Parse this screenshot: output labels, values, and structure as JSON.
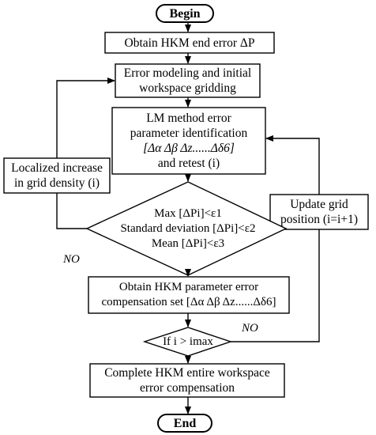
{
  "nodes": {
    "begin": "Begin",
    "obtain_end_error": "Obtain HKM end error ΔP",
    "error_modeling": [
      "Error modeling and initial",
      "workspace gridding"
    ],
    "lm_identification": [
      "LM method error",
      "parameter identification",
      "[Δα Δβ Δz......Δδ6]",
      "and retest (i)"
    ],
    "localized_increase": [
      "Localized increase",
      "in grid density (i)"
    ],
    "update_grid": [
      "Update grid",
      "position (i=i+1)"
    ],
    "decision_criteria": [
      "Max [ΔPi]<ε1",
      "Standard deviation [ΔPi]<ε2",
      "Mean [ΔPi]<ε3"
    ],
    "obtain_compensation_set": [
      "Obtain HKM parameter error",
      "compensation set [Δα Δβ Δz......Δδ6]"
    ],
    "decision_i_max": "If i > imax",
    "complete_compensation": [
      "Complete HKM entire workspace",
      "error compensation"
    ],
    "end": "End"
  },
  "edge_labels": {
    "no_left": "NO",
    "no_right": "NO"
  }
}
